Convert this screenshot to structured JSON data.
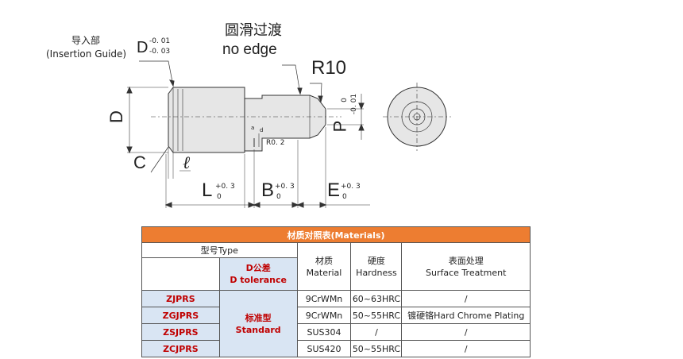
{
  "diagram": {
    "label_guide_cn": "导入部",
    "label_guide_en": "(Insertion Guide)",
    "label_d": "D",
    "d_tol_upper": "-0. 01",
    "d_tol_lower": "-0. 03",
    "label_round_cn": "圆滑过渡",
    "label_no_edge": "no edge",
    "label_r10": "R10",
    "label_D_left": "D",
    "label_C": "C",
    "label_l": "ℓ",
    "label_a": "a",
    "label_d_small": "d",
    "label_r02": "R0. 2",
    "label_L": "L",
    "label_B": "B",
    "label_E": "E",
    "tol_plus": "+0. 3",
    "tol_zero": "0",
    "label_P": "P",
    "p_tol_upper": "0",
    "p_tol_lower": "-0. 01"
  },
  "table": {
    "title": "材质对照表(Materials)",
    "header_type": "型号Type",
    "header_dtol_cn": "D公差",
    "header_dtol_en": "D tolerance",
    "header_material_cn": "材质",
    "header_material_en": "Material",
    "header_hardness_cn": "硬度",
    "header_hardness_en": "Hardness",
    "header_surface_cn": "表面处理",
    "header_surface_en": "Surface Treatment",
    "standard_cn": "标准型",
    "standard_en": "Standard",
    "rows": [
      {
        "type": "ZJPRS",
        "material": "9CrWMn",
        "hardness": "60~63HRC",
        "surface": "/"
      },
      {
        "type": "ZGJPRS",
        "material": "9CrWMn",
        "hardness": "50~55HRC",
        "surface": "镀硬铬Hard Chrome Plating"
      },
      {
        "type": "ZSJPRS",
        "material": "SUS304",
        "hardness": "/",
        "surface": "/"
      },
      {
        "type": "ZCJPRS",
        "material": "SUS420",
        "hardness": "50~55HRC",
        "surface": "/"
      }
    ]
  }
}
